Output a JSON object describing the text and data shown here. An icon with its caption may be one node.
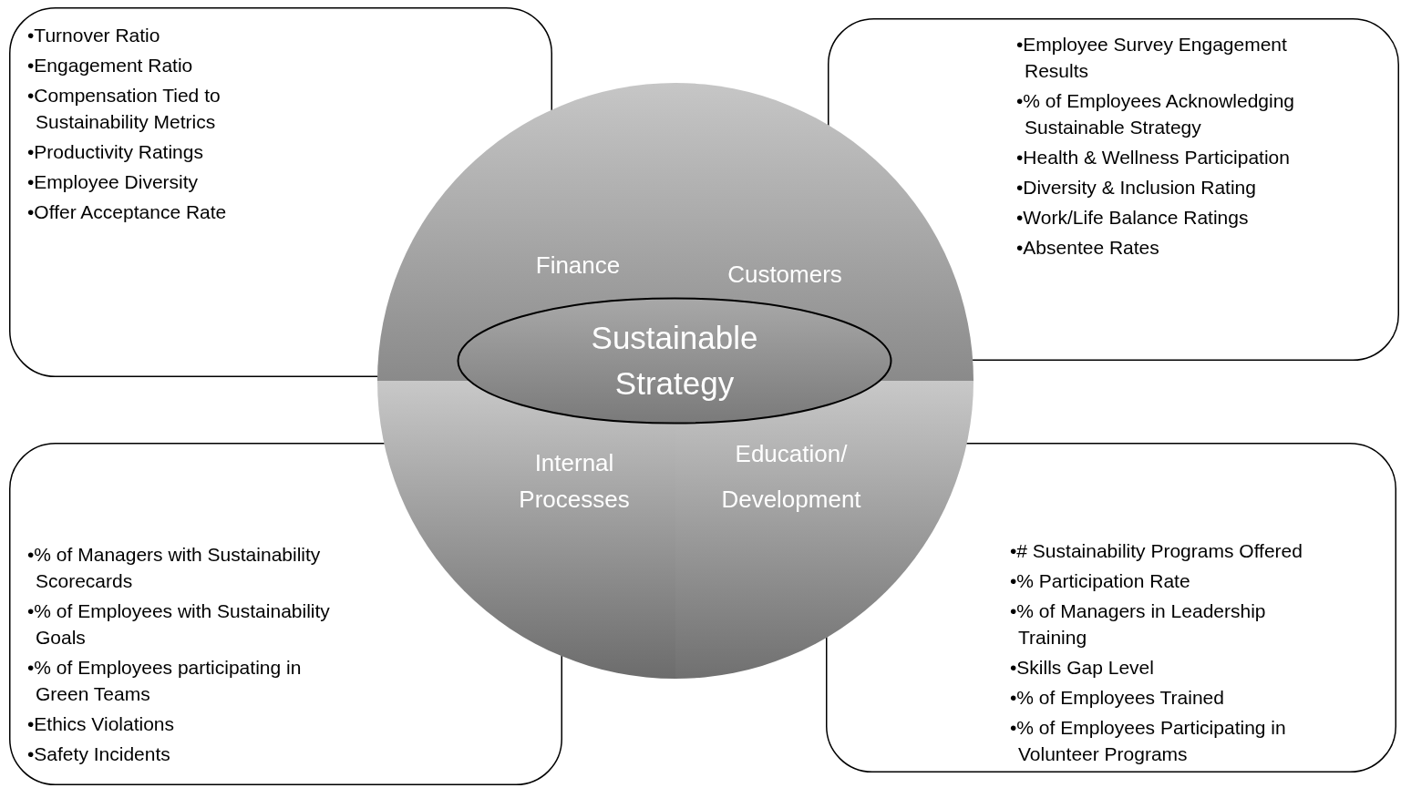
{
  "diagram": {
    "nodes": [
      {
        "text": [
          "•Turnover Ratio",
          "•Engagement Ratio",
          "•Compensation Tied to Sustainability Metrics",
          "•Productivity Ratings",
          "•Employee Diversity",
          "•Offer Acceptance Rate"
        ]
      },
      {
        "text": [
          "•Employee Survey Engagement Results",
          "•% of Employees Acknowledging Sustainable Strategy",
          "•Health & Wellness Participation",
          "•Diversity & Inclusion Rating",
          "•Work/Life Balance Ratings",
          "•Absentee Rates"
        ]
      },
      {
        "text": [
          "Finance"
        ]
      },
      {
        "text": [
          "Customers"
        ]
      },
      {
        "text": [
          "Sustainable Strategy"
        ]
      },
      {
        "text": [
          "Internal Processes"
        ]
      },
      {
        "text": [
          "Education/ Development"
        ]
      },
      {
        "text": [
          "•% of Managers with Sustainability Scorecards",
          "•% of Employees with Sustainability Goals",
          "•% of Employees participating in Green Teams",
          "•Ethics Violations",
          "•Safety Incidents"
        ]
      },
      {
        "text": [
          "•# Sustainability Programs Offered",
          "•% Participation Rate",
          "•% of Managers in Leadership Training",
          "•Skills Gap Level",
          "•% of Employees Trained",
          "•% of Employees Participating in Volunteer Programs"
        ]
      }
    ]
  }
}
